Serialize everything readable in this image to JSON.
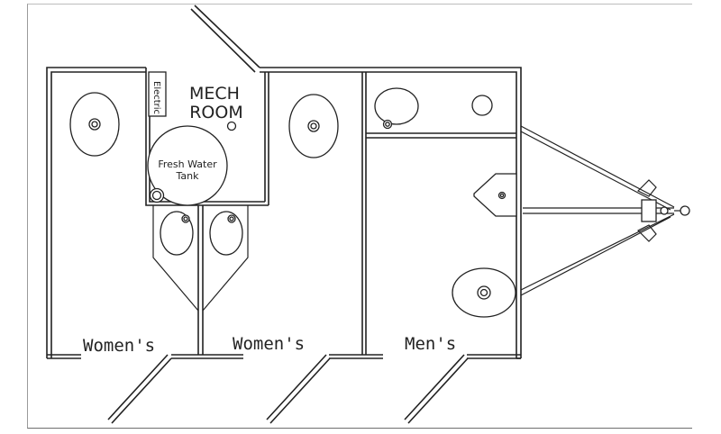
{
  "labels": {
    "mech_room_line1": "MECH",
    "mech_room_line2": "ROOM",
    "electric": "Electric",
    "tank_line1": "Fresh Water",
    "tank_line2": "Tank",
    "womens_left": "Women's",
    "womens_middle": "Women's",
    "mens": "Men's"
  }
}
